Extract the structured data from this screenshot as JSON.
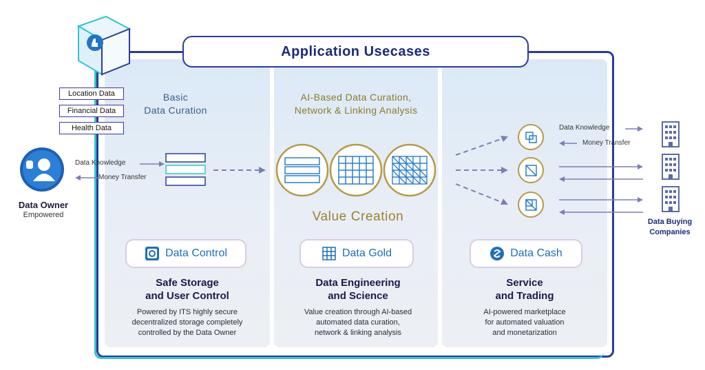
{
  "title": "Application Usecases",
  "data_tags": [
    "Location Data",
    "Financial Data",
    "Health Data"
  ],
  "data_owner": {
    "name": "Data Owner",
    "subtitle": "Empowered"
  },
  "left_flow": {
    "knowledge_label": "Data Knowledge",
    "money_label": "Money Transfer"
  },
  "right_flow": {
    "knowledge_label": "Data Knowledge",
    "money_label": "Money Transfer"
  },
  "buyers_label": "Data Buying Companies",
  "value_creation": "Value Creation",
  "columns": [
    {
      "subhead": "Basic\nData Curation",
      "product": "Data Control",
      "title": "Safe Storage\nand User Control",
      "description": "Powered by ITS highly secure\ndecentralized storage completely\ncontrolled by the Data Owner"
    },
    {
      "subhead": "AI-Based Data Curation,\nNetwork & Linking Analysis",
      "product": "Data Gold",
      "title": "Data Engineering\nand Science",
      "description": "Value creation through AI-based\nautomated data curation,\nnetwork & linking analysis"
    },
    {
      "subhead": "",
      "product": "Data Cash",
      "title": "Service\nand Trading",
      "description": "AI-powered marketplace\nfor automated valuation\nand monetarization"
    }
  ],
  "colors": {
    "navy": "#2b3a9c",
    "teal": "#2ec4d6",
    "gold": "#b59a45",
    "blue": "#1d6fb8"
  }
}
